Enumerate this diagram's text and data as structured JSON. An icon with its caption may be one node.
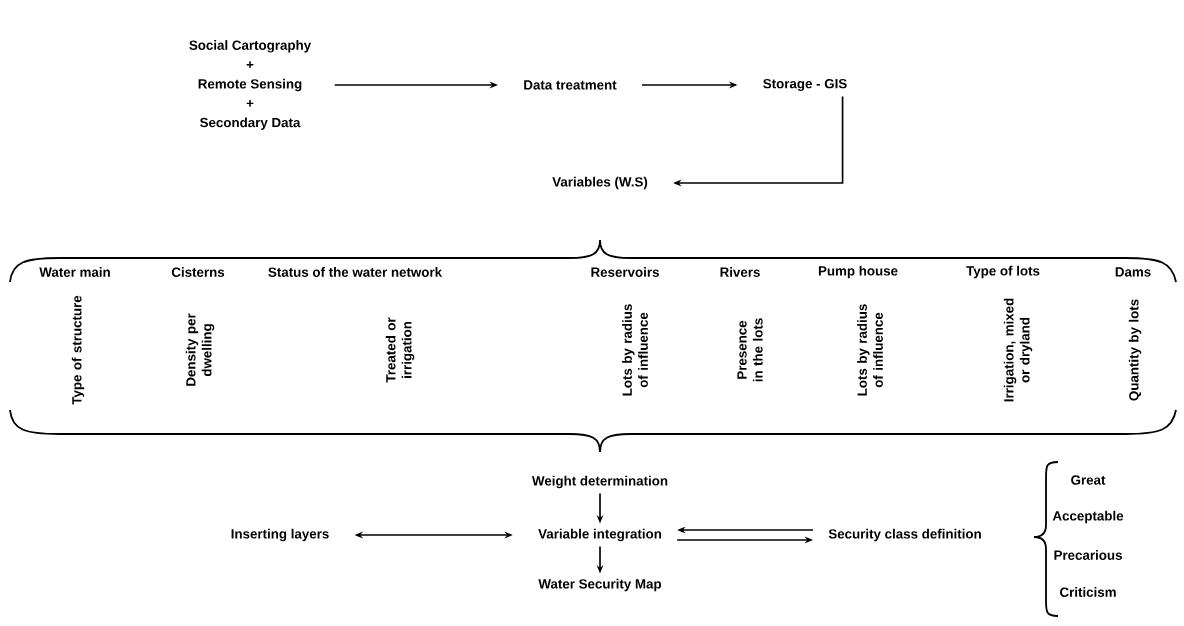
{
  "diagram": {
    "nodes": [
      {
        "text": [
          "Social Cartography",
          "+",
          "Remote Sensing",
          "+",
          "Secondary Data"
        ]
      },
      {
        "text": [
          "Data treatment"
        ]
      },
      {
        "text": [
          "Storage - GIS"
        ]
      },
      {
        "text": [
          "Variables (W.S)"
        ]
      },
      {
        "text": [
          "Water main",
          "Type of structure"
        ]
      },
      {
        "text": [
          "Cisterns",
          "Density per dwelling"
        ]
      },
      {
        "text": [
          "Status of the water network",
          "Treated or irrigation"
        ]
      },
      {
        "text": [
          "Reservoirs",
          "Lots by radius of influence"
        ]
      },
      {
        "text": [
          "Rivers",
          "Presence in the lots"
        ]
      },
      {
        "text": [
          "Pump house",
          "Lots by radius of influence"
        ]
      },
      {
        "text": [
          "Type of lots",
          "Irrigation, mixed or dryland"
        ]
      },
      {
        "text": [
          "Dams",
          "Quantity by lots"
        ]
      },
      {
        "text": [
          "Weight determination"
        ]
      },
      {
        "text": [
          "Inserting layers"
        ]
      },
      {
        "text": [
          "Variable integration"
        ]
      },
      {
        "text": [
          "Security class definition"
        ]
      },
      {
        "text": [
          "Water Security Map"
        ]
      }
    ],
    "edges": [
      {
        "from": 0,
        "to": 1,
        "arrow": "to"
      },
      {
        "from": 1,
        "to": 2,
        "arrow": "to"
      },
      {
        "from": 2,
        "to": 3,
        "arrow": "to"
      },
      {
        "from": 12,
        "to": 14,
        "arrow": "to"
      },
      {
        "from": 13,
        "to": 14,
        "arrow": "both"
      },
      {
        "from": 14,
        "to": 15,
        "arrow": "to"
      },
      {
        "from": 15,
        "to": 14,
        "arrow": "to"
      },
      {
        "from": 14,
        "to": 16,
        "arrow": "to"
      }
    ],
    "labels": [
      "Great",
      "Acceptable",
      "Precarious",
      "Criticism"
    ]
  }
}
